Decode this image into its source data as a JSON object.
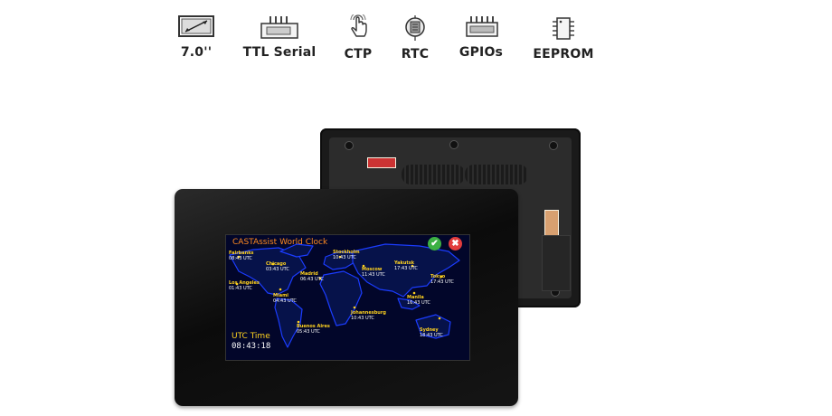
{
  "features": [
    {
      "icon": "display-size-icon",
      "label": "7.0''"
    },
    {
      "icon": "serial-connector-icon",
      "label": "TTL Serial"
    },
    {
      "icon": "touch-hand-icon",
      "label": "CTP"
    },
    {
      "icon": "rtc-clock-icon",
      "label": "RTC"
    },
    {
      "icon": "gpio-connector-icon",
      "label": "GPIOs"
    },
    {
      "icon": "eeprom-chip-icon",
      "label": "EEPROM"
    }
  ],
  "screen": {
    "title": "CASTAssist World Clock",
    "utc_label": "UTC Time",
    "utc_time": "08:43:18",
    "cities": [
      {
        "name": "Fairbanks",
        "time": "08:43 UTC"
      },
      {
        "name": "Chicago",
        "time": "03:43 UTC"
      },
      {
        "name": "Stockholm",
        "time": "10:43 UTC"
      },
      {
        "name": "Yakutsk",
        "time": "17:43 UTC"
      },
      {
        "name": "Madrid",
        "time": "06:43 UTC"
      },
      {
        "name": "Moscow",
        "time": "11:43 UTC"
      },
      {
        "name": "Tokyo",
        "time": "17:43 UTC"
      },
      {
        "name": "Los Angeles",
        "time": "01:43 UTC"
      },
      {
        "name": "Miami",
        "time": "04:43 UTC"
      },
      {
        "name": "Manila",
        "time": "16:43 UTC"
      },
      {
        "name": "Johannesburg",
        "time": "10:43 UTC"
      },
      {
        "name": "Buenos Aires",
        "time": "05:43 UTC"
      },
      {
        "name": "Sydney",
        "time": "18:43 UTC"
      }
    ]
  },
  "colors": {
    "accent_orange": "#ff8a20",
    "city_yellow": "#ffd21f",
    "ok_green": "#3cb043",
    "cancel_red": "#e23c3c",
    "screen_bg": "#02062a",
    "map_blue": "#1b3cff"
  }
}
